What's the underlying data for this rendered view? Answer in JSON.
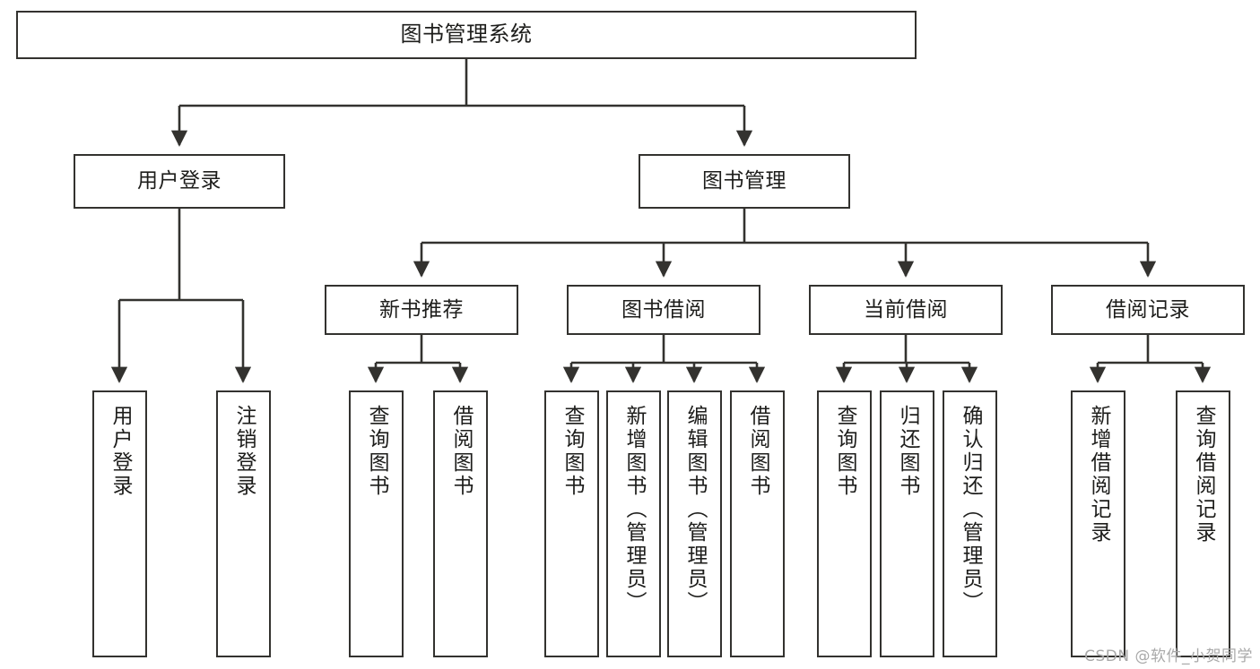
{
  "diagram": {
    "title": "图书管理系统",
    "type": "hierarchy-tree",
    "line_color": "#33322f",
    "box_fill": "#ffffff",
    "text_color": "#1d1d1b",
    "background": "#ffffff",
    "nodes": {
      "root": {
        "label": "图书管理系统"
      },
      "level1": [
        {
          "id": "user-login",
          "label": "用户登录"
        },
        {
          "id": "book-management",
          "label": "图书管理"
        }
      ],
      "level2": [
        {
          "id": "new-book-recommend",
          "label": "新书推荐"
        },
        {
          "id": "book-borrow",
          "label": "图书借阅"
        },
        {
          "id": "current-borrow",
          "label": "当前借阅"
        },
        {
          "id": "borrow-record",
          "label": "借阅记录"
        }
      ],
      "leaves": {
        "user_login": [
          {
            "id": "leaf-user-login",
            "label": "用户登录"
          },
          {
            "id": "leaf-logout-login",
            "label": "注销登录"
          }
        ],
        "new_book_recommend": [
          {
            "id": "leaf-query-book-1",
            "label": "查询图书"
          },
          {
            "id": "leaf-borrow-book-1",
            "label": "借阅图书"
          }
        ],
        "book_borrow": [
          {
            "id": "leaf-query-book-2",
            "label": "查询图书"
          },
          {
            "id": "leaf-add-book",
            "label": "新增图书（管理员）"
          },
          {
            "id": "leaf-edit-book",
            "label": "编辑图书（管理员）"
          },
          {
            "id": "leaf-borrow-book-2",
            "label": "借阅图书"
          }
        ],
        "current_borrow": [
          {
            "id": "leaf-query-book-3",
            "label": "查询图书"
          },
          {
            "id": "leaf-return-book",
            "label": "归还图书"
          },
          {
            "id": "leaf-confirm-return",
            "label": "确认归还（管理员）"
          }
        ],
        "borrow_record": [
          {
            "id": "leaf-add-record",
            "label": "新增借阅记录"
          },
          {
            "id": "leaf-query-record",
            "label": "查询借阅记录"
          }
        ]
      }
    }
  },
  "watermark": {
    "text": "CSDN @软件_小贺同学"
  }
}
